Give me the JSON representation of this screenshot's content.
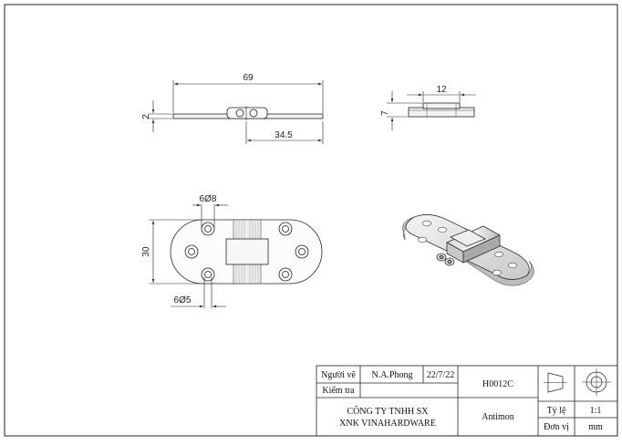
{
  "side_view": {
    "overall_length": "69",
    "thickness": "2",
    "half_length": "34.5"
  },
  "end_view": {
    "width": "12",
    "height": "7"
  },
  "top_view": {
    "height": "30",
    "hole_large": "6Ø8",
    "hole_small": "6Ø5"
  },
  "title_block": {
    "drawn_by_label": "Người vẽ",
    "drawn_by": "N.A.Phong",
    "date": "22/7/22",
    "checked_label": "Kiểm tra",
    "part_code": "H0012C",
    "company_line1": "CÔNG TY TNHH SX",
    "company_line2": "XNK VINAHARDWARE",
    "material": "Antimon",
    "scale_label": "Tỷ lệ",
    "scale": "1:1",
    "unit_label": "Đơn vị",
    "unit": "mm"
  }
}
